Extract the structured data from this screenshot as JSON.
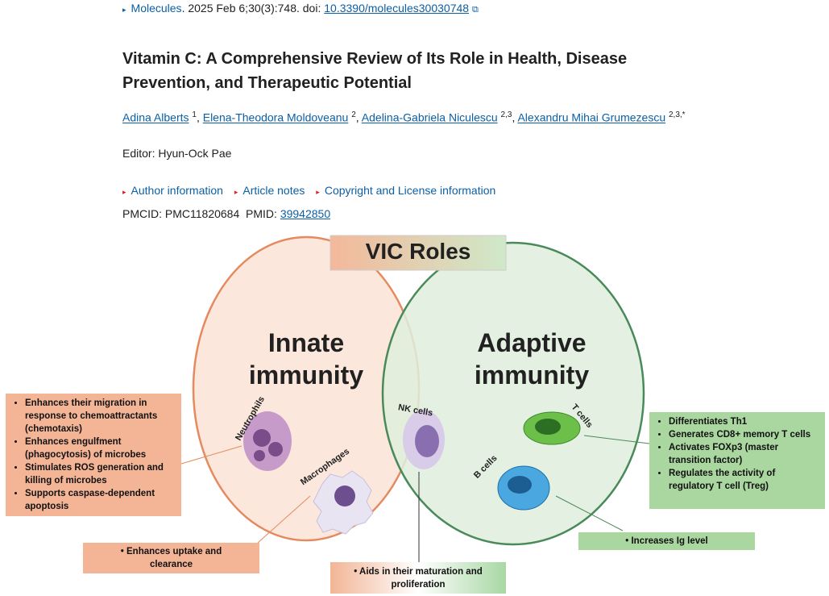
{
  "citation": {
    "journal": "Molecules",
    "details": ". 2025 Feb 6;30(3):748. doi: ",
    "doi": "10.3390/molecules30030748",
    "ext_icon": "external-link-icon"
  },
  "title": "Vitamin C: A Comprehensive Review of Its Role in Health, Disease Prevention, and Therapeutic Potential",
  "authors": [
    {
      "name": "Adina Alberts",
      "aff": "1"
    },
    {
      "name": "Elena-Theodora Moldoveanu",
      "aff": "2"
    },
    {
      "name": "Adelina-Gabriela Niculescu",
      "aff": "2,3"
    },
    {
      "name": "Alexandru Mihai Grumezescu",
      "aff": "2,3,*"
    }
  ],
  "editor": "Editor: Hyun-Ock Pae",
  "toggles": [
    "Author information",
    "Article notes",
    "Copyright and License information"
  ],
  "ids": {
    "pmcid": "PMCID: PMC11820684",
    "pmid_label": "PMID:",
    "pmid": "39942850"
  },
  "figure": {
    "title": "VIC Roles",
    "innate": "Innate immunity",
    "adaptive": "Adaptive immunity",
    "cells": {
      "neutrophils": "Neutrophils",
      "macrophages": "Macrophages",
      "nk": "NK cells",
      "t": "T cells",
      "b": "B cells"
    },
    "neutrophil_effects": [
      "Enhances their migration in response to chemoattractants (chemotaxis)",
      "Enhances engulfment (phagocytosis) of microbes",
      "Stimulates ROS generation and killing of microbes",
      "Supports caspase-dependent apoptosis"
    ],
    "macrophage_effects": [
      "Enhances uptake and clearance"
    ],
    "nk_effects": [
      "Aids in their maturation and proliferation"
    ],
    "t_effects": [
      "Differentiates Th1",
      "Generates CD8+ memory T cells",
      "Activates FOXp3 (master transition factor)",
      "Regulates the activity of regulatory T cell (Treg)"
    ],
    "b_effects": [
      "Increases Ig level"
    ]
  }
}
